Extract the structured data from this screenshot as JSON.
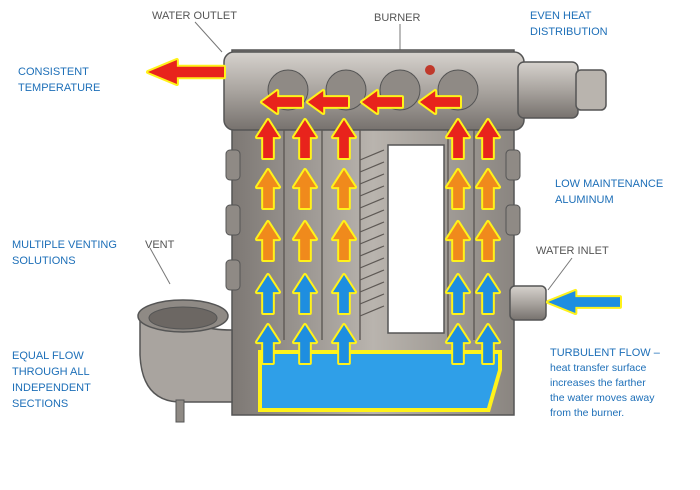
{
  "labels": {
    "water_outlet": "WATER OUTLET",
    "burner": "BURNER",
    "even_heat": "EVEN HEAT\nDISTRIBUTION",
    "consistent_temp": "CONSISTENT\nTEMPERATURE",
    "low_maintenance": "LOW MAINTENANCE\nALUMINUM",
    "multiple_venting": "MULTIPLE VENTING\nSOLUTIONS",
    "vent": "VENT",
    "water_inlet": "WATER INLET",
    "equal_flow": "EQUAL FLOW\nTHROUGH ALL\nINDEPENDENT\nSECTIONS",
    "turbulent_flow_title": "TURBULENT FLOW –",
    "turbulent_flow_body": "heat transfer surface\nincreases the farther\nthe water moves away\nfrom the burner."
  },
  "colors": {
    "label_blue": "#1d6fb8",
    "label_gray": "#555555",
    "hot_arrow": "#e8231c",
    "warm_arrow": "#f08a1c",
    "cold_arrow": "#1e8ee0",
    "glow": "#fff21a",
    "water": "#2f9fe8",
    "metal": "#9a9591"
  },
  "icons": {
    "hot_arrow": "arrow-up-red-icon",
    "warm_arrow": "arrow-up-orange-icon",
    "cold_arrow": "arrow-up-blue-icon"
  }
}
